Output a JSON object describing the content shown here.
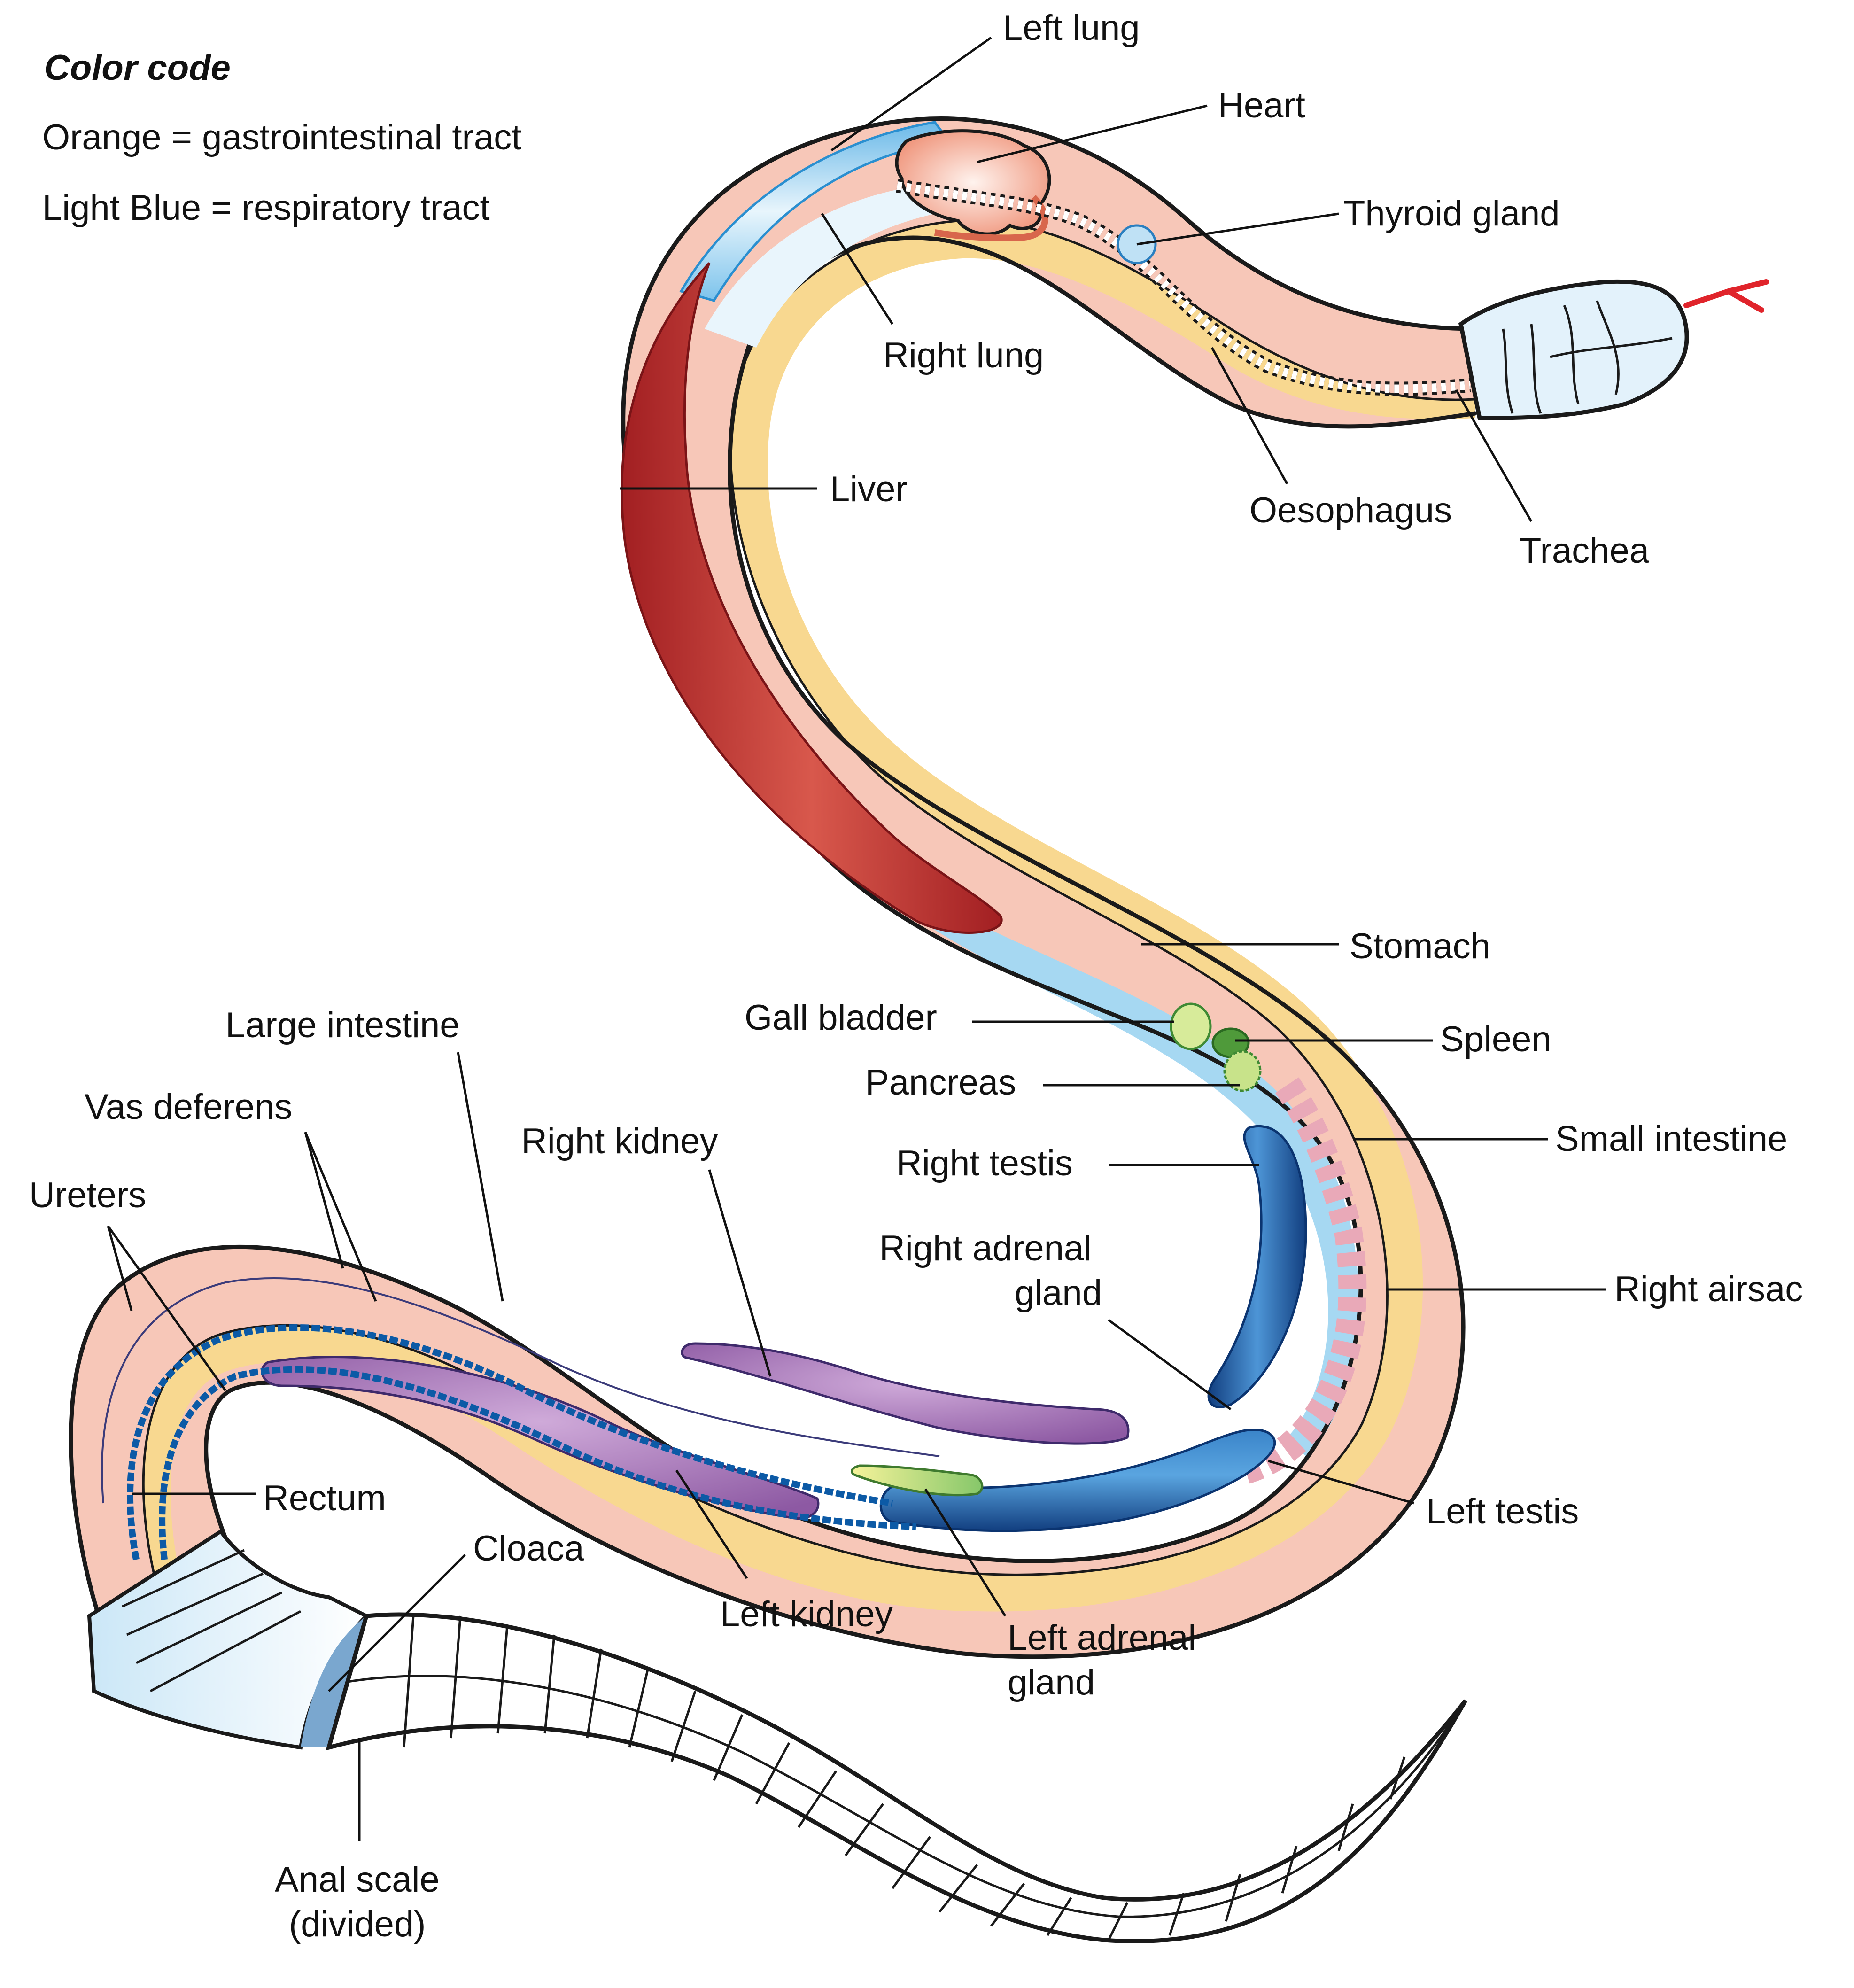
{
  "legend": {
    "title": "Color code",
    "items": [
      "Orange = gastrointestinal tract",
      "Light Blue = respiratory tract"
    ]
  },
  "colors": {
    "body_wall": "#f7c7b8",
    "gi_tract": "#f8d890",
    "respiratory": "#a6d8f2",
    "lung_light": "#e6f3fb",
    "liver": "#b8292a",
    "heart": "#f2a58f",
    "testis": "#1e5fa8",
    "kidney": "#9a64ad",
    "vessel": "#0c5aa6",
    "gland_green": "#b7dd7a",
    "spleen": "#4f9a3a",
    "scales_head": "#e3f2fb",
    "tongue": "#e0242b",
    "outline": "#1a1a1a"
  },
  "labels": {
    "left_lung": "Left lung",
    "heart": "Heart",
    "thyroid_gland": "Thyroid gland",
    "right_lung": "Right lung",
    "liver": "Liver",
    "oesophagus": "Oesophagus",
    "trachea": "Trachea",
    "stomach": "Stomach",
    "gall_bladder": "Gall bladder",
    "spleen": "Spleen",
    "pancreas": "Pancreas",
    "small_intestine": "Small intestine",
    "right_testis": "Right testis",
    "right_adrenal_gland_1": "Right adrenal",
    "right_adrenal_gland_2": "gland",
    "right_airsac": "Right airsac",
    "large_intestine": "Large intestine",
    "vas_deferens": "Vas deferens",
    "right_kidney": "Right kidney",
    "ureters": "Ureters",
    "rectum": "Rectum",
    "cloaca": "Cloaca",
    "left_kidney": "Left kidney",
    "left_adrenal_gland_1": "Left adrenal",
    "left_adrenal_gland_2": "gland",
    "left_testis": "Left testis",
    "anal_scale_1": "Anal scale",
    "anal_scale_2": "(divided)"
  }
}
